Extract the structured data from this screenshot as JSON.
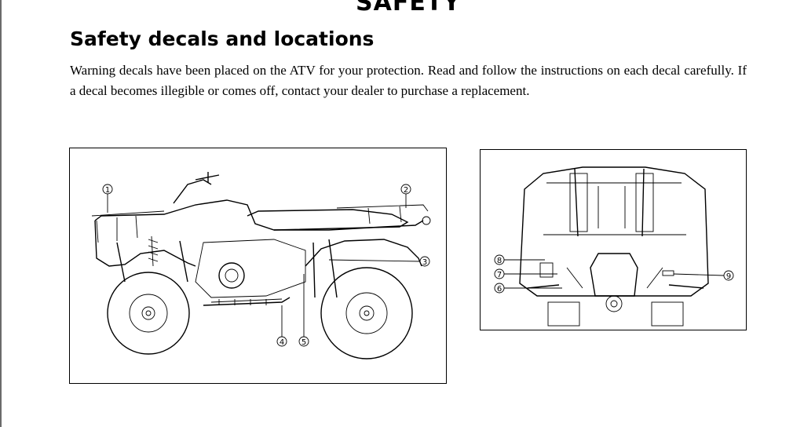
{
  "header": {
    "title": "SAFETY"
  },
  "section": {
    "heading": "Safety decals and locations",
    "body": "Warning decals have been placed on the ATV for your protection. Read and follow the instructions on each decal carefully.  If a decal becomes illegible or comes off, contact your dealer to purchase a replacement."
  },
  "figures": {
    "side_view": {
      "callouts": [
        "1",
        "2",
        "3",
        "4",
        "5"
      ]
    },
    "rear_view": {
      "callouts": [
        "6",
        "7",
        "8",
        "9"
      ]
    }
  }
}
